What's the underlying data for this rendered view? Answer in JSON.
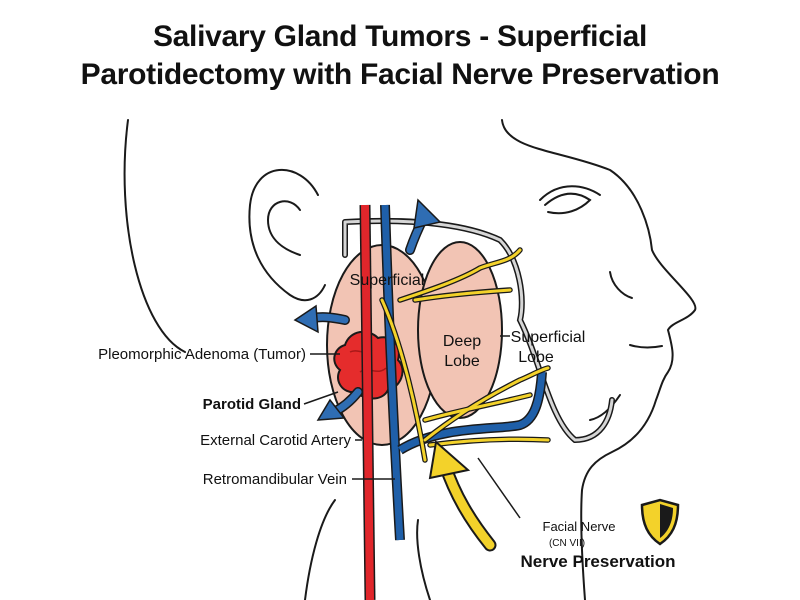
{
  "title": {
    "line1": "Salivary Gland Tumors - Superficial",
    "line2": "Parotidectomy with Facial Nerve Preservation"
  },
  "labels": {
    "tumor": "Pleomorphic Adenoma (Tumor)",
    "parotid_gland": "Parotid Gland",
    "external_carotid_artery": "External Carotid Artery",
    "retromandibular_vein": "Retromandibular Vein",
    "superficial": "Superficial",
    "deep_lobe_line1": "Deep",
    "deep_lobe_line2": "Lobe",
    "superficial_lobe_line1": "Superficial",
    "superficial_lobe_line2": "Lobe",
    "facial_nerve": "Facial Nerve",
    "cn_vii": "(CN VII)",
    "nerve_preservation": "Nerve Preservation"
  },
  "colors": {
    "gland": "#f2c4b4",
    "tumor": "#e52c2c",
    "artery": "#e0262b",
    "vein": "#1f5fa8",
    "nerve": "#f3d22a",
    "arrow_blue": "#2f6db3",
    "outline": "#1a1a1a"
  },
  "icons": [
    "shield-icon"
  ]
}
